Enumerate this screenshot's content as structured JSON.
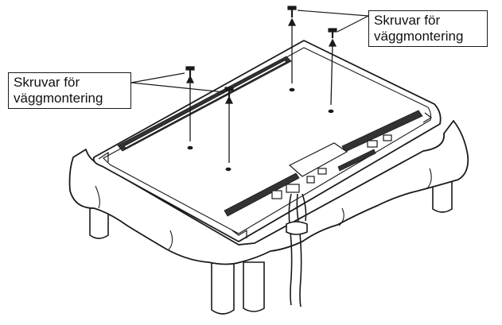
{
  "callouts": {
    "right": {
      "line1": "Skruvar för",
      "line2": "väggmontering"
    },
    "left": {
      "line1": "Skruvar för",
      "line2": "väggmontering"
    }
  },
  "colors": {
    "ink": "#1a1a1a",
    "cloth_fill": "#ffffff",
    "panel_fill": "#ffffff",
    "vent_fill": "#333333",
    "background": "#ffffff"
  },
  "icons": {
    "screw": "screw-icon",
    "cable": "cable-icon"
  }
}
